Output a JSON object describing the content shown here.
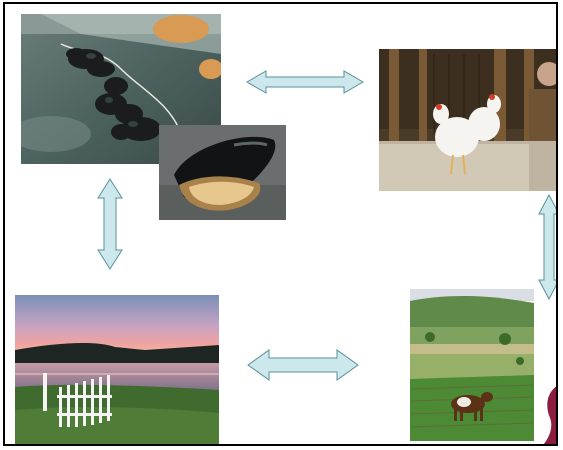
{
  "diagram": {
    "type": "cycle",
    "nodes": [
      {
        "id": "mussels",
        "icon": "mussel-photo"
      },
      {
        "id": "chickens",
        "icon": "chicken-photo"
      },
      {
        "id": "farmland",
        "icon": "farmland-cow-photo"
      },
      {
        "id": "coast",
        "icon": "coastal-sunset-photo"
      }
    ],
    "edges": [
      {
        "from": "mussels",
        "to": "chickens",
        "direction": "both"
      },
      {
        "from": "chickens",
        "to": "farmland",
        "direction": "both"
      },
      {
        "from": "farmland",
        "to": "coast",
        "direction": "both"
      },
      {
        "from": "coast",
        "to": "mussels",
        "direction": "both"
      }
    ],
    "colors": {
      "arrow_fill": "#cde8ec",
      "arrow_stroke": "#5a8f9a",
      "border": "#000000",
      "accent_corner": "#8b1e3f"
    }
  }
}
